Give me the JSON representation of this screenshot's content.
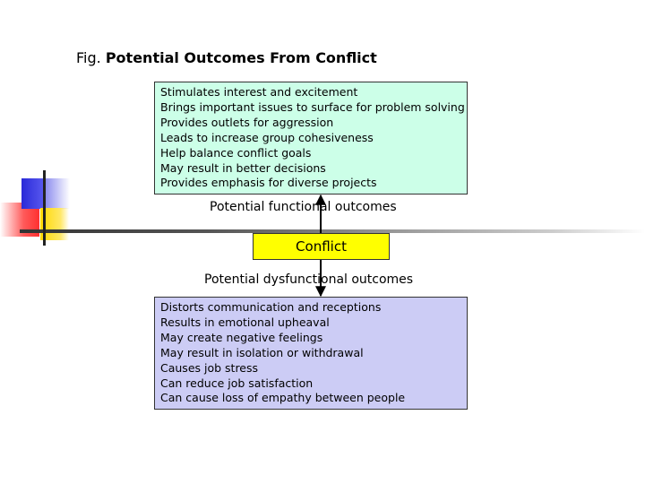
{
  "title": {
    "prefix": "Fig.",
    "main": "Potential Outcomes From Conflict"
  },
  "functional_box": {
    "items": [
      "Stimulates interest and excitement",
      "Brings important issues to surface for problem solving",
      "Provides outlets for aggression",
      "Leads to increase group cohesiveness",
      "Help balance conflict goals",
      "May result in better decisions",
      "Provides emphasis for diverse projects"
    ]
  },
  "functional_label": "Potential functional outcomes",
  "conflict_label": "Conflict",
  "dysfunctional_label": "Potential dysfunctional outcomes",
  "dysfunctional_box": {
    "items": [
      "Distorts communication and receptions",
      "Results in emotional upheaval",
      "May create negative feelings",
      "May result in isolation or withdrawal",
      "Causes job stress",
      "Can reduce job satisfaction",
      "Can cause loss of empathy between people"
    ]
  },
  "colors": {
    "functional_box_bg": "#ccffe8",
    "dysfunctional_box_bg": "#ccccf5",
    "conflict_box_bg": "#ffff00"
  }
}
